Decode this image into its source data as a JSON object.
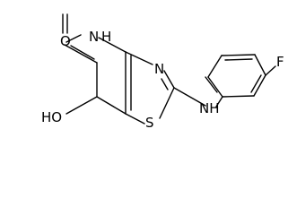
{
  "atoms": {
    "carbonyl_oxygen": "O",
    "ring_nh": "H",
    "ring_n_lower": "N",
    "ring_n_upper": "N",
    "fluorine": "F",
    "amine_nh": "NH",
    "hydroxyl": "HO",
    "sulfur": "S"
  }
}
